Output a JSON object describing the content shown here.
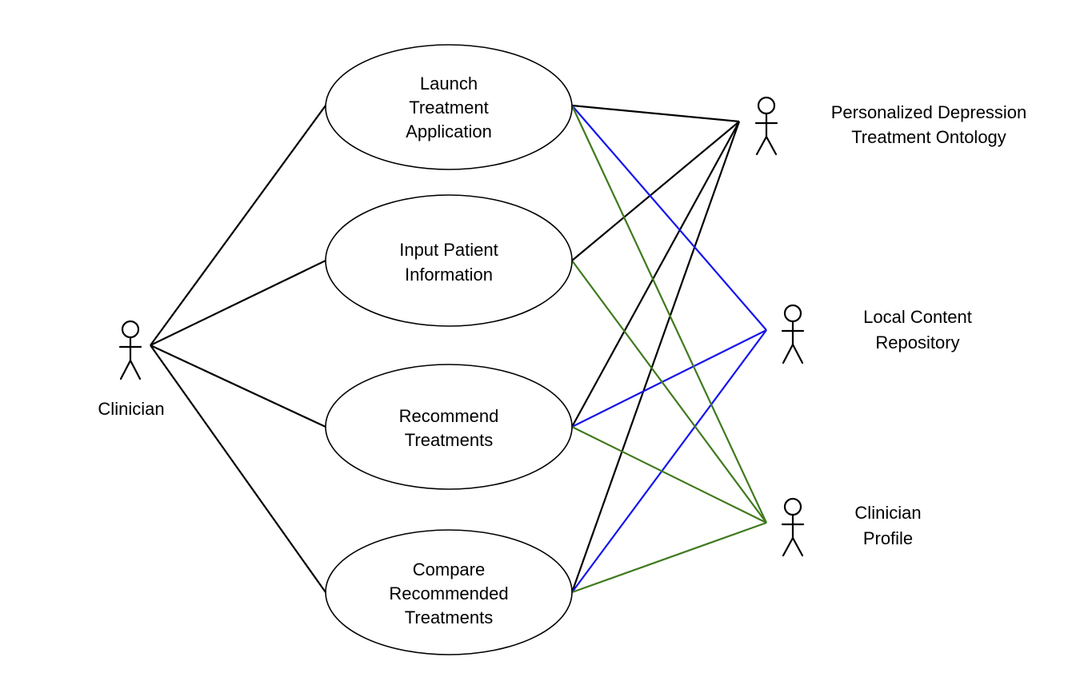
{
  "colors": {
    "black": "#000000",
    "blue": "#1414ee",
    "green": "#3f7a1d"
  },
  "actors": {
    "clinician": {
      "lines": [
        "Clinician"
      ]
    },
    "ontology": {
      "lines": [
        "Personalized Depression",
        "Treatment Ontology"
      ]
    },
    "repository": {
      "lines": [
        "Local Content",
        "Repository"
      ]
    },
    "profile": {
      "lines": [
        "Clinician",
        "Profile"
      ]
    }
  },
  "use_cases": {
    "launch": {
      "lines": [
        "Launch",
        "Treatment",
        "Application"
      ]
    },
    "input": {
      "lines": [
        "Input Patient",
        "Information"
      ]
    },
    "recommend": {
      "lines": [
        "Recommend",
        "Treatments"
      ]
    },
    "compare": {
      "lines": [
        "Compare",
        "Recommended",
        "Treatments"
      ]
    }
  },
  "associations": [
    {
      "from": "clinician",
      "to": "launch",
      "color": "black"
    },
    {
      "from": "clinician",
      "to": "input",
      "color": "black"
    },
    {
      "from": "clinician",
      "to": "recommend",
      "color": "black"
    },
    {
      "from": "clinician",
      "to": "compare",
      "color": "black"
    },
    {
      "from": "launch",
      "to": "ontology",
      "color": "black"
    },
    {
      "from": "input",
      "to": "ontology",
      "color": "black"
    },
    {
      "from": "recommend",
      "to": "ontology",
      "color": "black"
    },
    {
      "from": "compare",
      "to": "ontology",
      "color": "black"
    },
    {
      "from": "launch",
      "to": "repository",
      "color": "blue"
    },
    {
      "from": "recommend",
      "to": "repository",
      "color": "blue"
    },
    {
      "from": "compare",
      "to": "repository",
      "color": "blue"
    },
    {
      "from": "launch",
      "to": "profile",
      "color": "green"
    },
    {
      "from": "input",
      "to": "profile",
      "color": "green"
    },
    {
      "from": "recommend",
      "to": "profile",
      "color": "green"
    },
    {
      "from": "compare",
      "to": "profile",
      "color": "green"
    }
  ]
}
